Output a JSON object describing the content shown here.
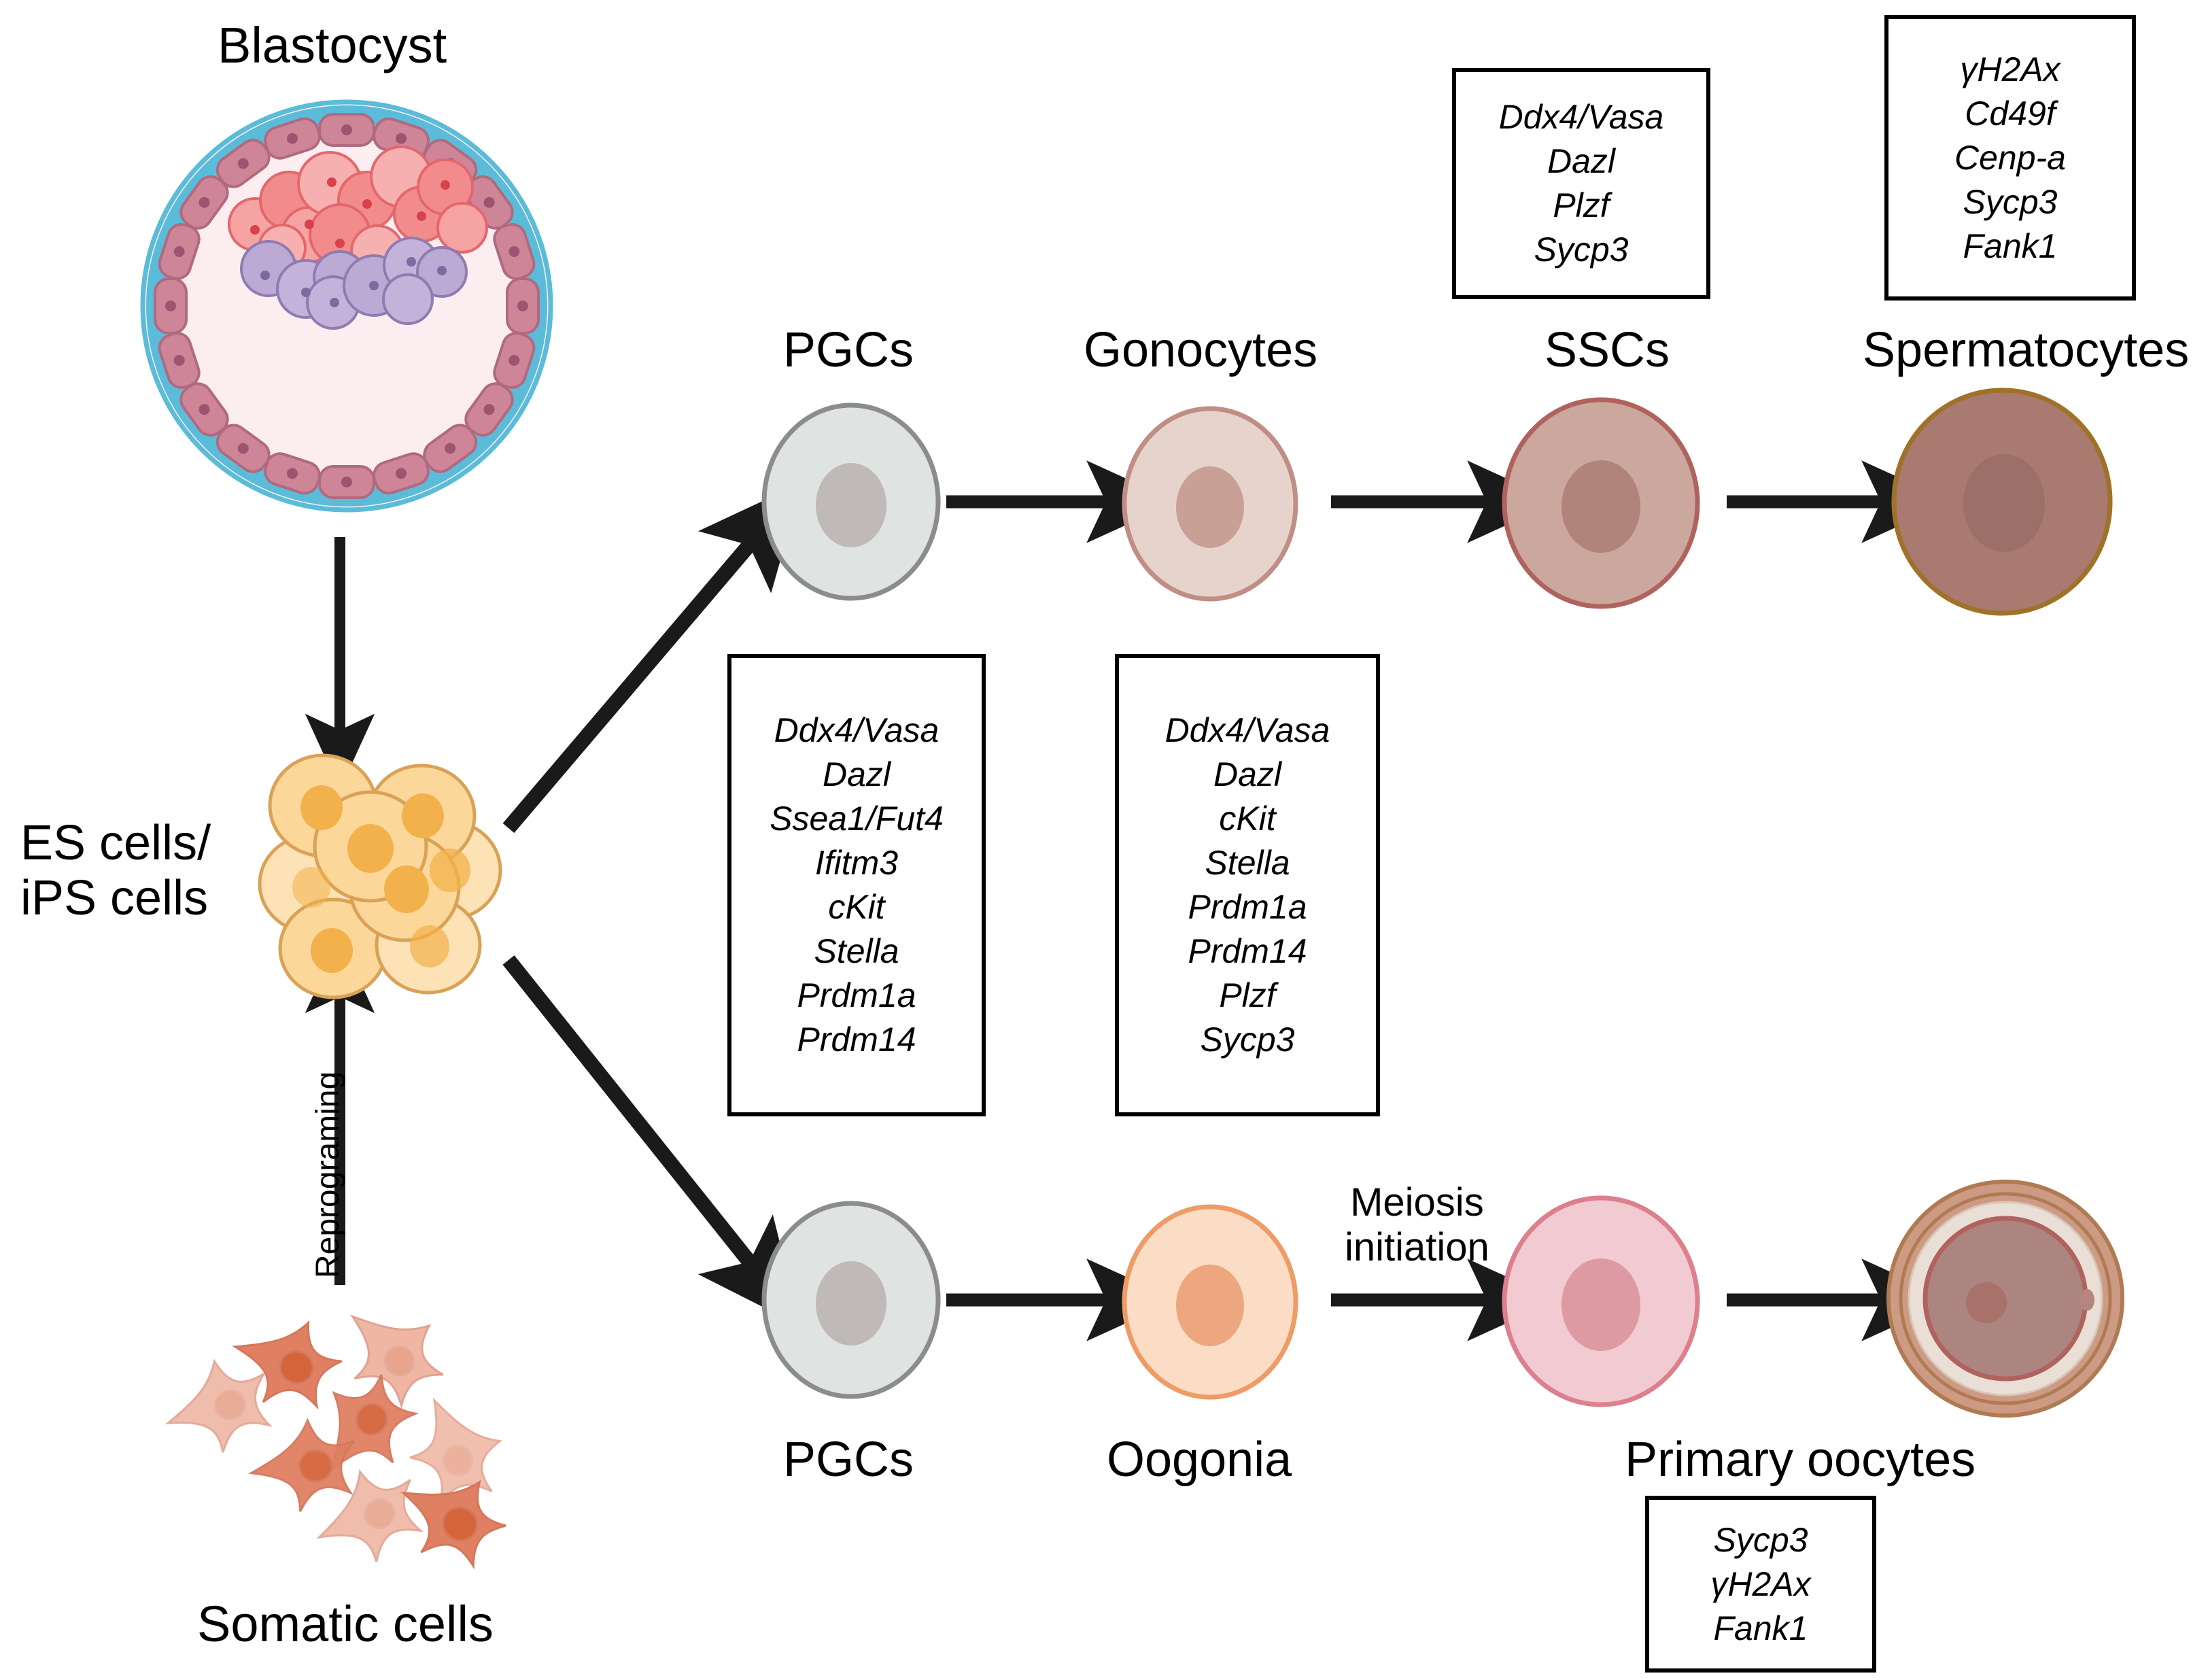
{
  "diagram": {
    "title_nodes": {
      "blastocyst": "Blastocyst",
      "es_ips": "ES cells/\niPS cells",
      "somatic": "Somatic cells",
      "reprogramming": "Reprograming"
    },
    "male_lineage": {
      "labels": [
        "PGCs",
        "Gonocytes",
        "SSCs",
        "Spermatocytes"
      ]
    },
    "female_lineage": {
      "labels": [
        "PGCs",
        "Oogonia",
        "Primary oocytes"
      ],
      "transition_label": "Meiosis\ninitiation"
    },
    "marker_boxes": [
      {
        "id": "ssc-markers",
        "for": "SSCs",
        "markers": [
          "Ddx4/Vasa",
          "Dazl",
          "Plzf",
          "Sycp3"
        ]
      },
      {
        "id": "spermatocyte-markers",
        "for": "Spermatocytes",
        "markers": [
          "γH2Ax",
          "Cd49f",
          "Cenp-a",
          "Sycp3",
          "Fank1"
        ]
      },
      {
        "id": "pgc-markers",
        "for": "PGCs",
        "markers": [
          "Ddx4/Vasa",
          "Dazl",
          "Ssea1/Fut4",
          "Ifitm3",
          "cKit",
          "Stella",
          "Prdm1a",
          "Prdm14"
        ]
      },
      {
        "id": "gonocyte-markers",
        "for": "Gonocytes",
        "markers": [
          "Ddx4/Vasa",
          "Dazl",
          "cKit",
          "Stella",
          "Prdm1a",
          "Prdm14",
          "Plzf",
          "Sycp3"
        ]
      },
      {
        "id": "oocyte-markers",
        "for": "Primary oocytes",
        "markers": [
          "Sycp3",
          "γH2Ax",
          "Fank1"
        ]
      }
    ],
    "colors": {
      "zona_blue": "#5BBCD9",
      "trophoblast_fill": "#CE8598",
      "trophoblast_stroke": "#B06A80",
      "icm_red": "#F28C8C",
      "icm_red_stroke": "#E4676B",
      "icm_purple": "#BDAAD4",
      "icm_purple_stroke": "#8E7CB0",
      "blasto_cavity": "#FCEEF0",
      "es_fill": "#FBD79A",
      "es_stroke": "#D9A256",
      "es_nucleus": "#F3B14B",
      "somatic_fill": "#E8957A",
      "somatic_stroke": "#D4775B",
      "somatic_nucleus": "#D4643A",
      "pgc_fill": "#DFE3E1",
      "pgc_stroke": "#8C8C8C",
      "pgc_nucleus": "#BFBAB7",
      "gonocyte_fill": "#E6D4CC",
      "gonocyte_stroke": "#C08E84",
      "gonocyte_nucleus": "#C9A096",
      "ssc_fill": "#CBA79E",
      "ssc_stroke": "#B0635E",
      "ssc_nucleus": "#B0837B",
      "spermatocyte_fill": "#A87A70",
      "spermatocyte_stroke": "#A07128",
      "spermatocyte_nucleus": "#9C7068",
      "oogonia_fill": "#FBDCC4",
      "oogonia_stroke": "#EE9B66",
      "oogonia_nucleus": "#EDA77E",
      "oocyte_pink_fill": "#F2CBD2",
      "oocyte_pink_stroke": "#DD7F8C",
      "oocyte_pink_nucleus": "#DD9AA3",
      "mature_corona": "#CD9B84",
      "mature_corona_stroke": "#B07A52",
      "mature_zona": "#EADFD6",
      "mature_ooplasm": "#AC8480",
      "mature_ooplasm_stroke": "#B0635E",
      "mature_nucleus": "#A8716A",
      "arrow_black": "#1A1A1A"
    }
  }
}
